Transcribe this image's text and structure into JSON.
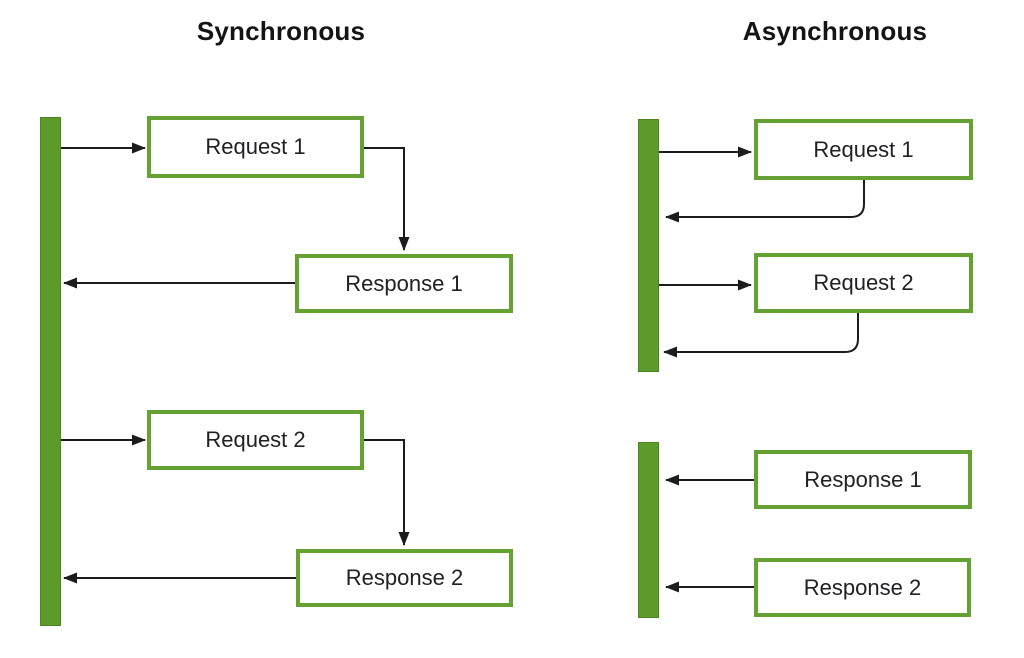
{
  "colors": {
    "bg": "#ffffff",
    "bar_fill": "#5a9b2a",
    "bar_border": "#4c8522",
    "box_border": "#66a233",
    "box_fill": "#ffffff",
    "line_color": "#1c1c1c",
    "text_color": "#202124",
    "title_color": "#141414"
  },
  "sync": {
    "title": "Synchronous",
    "request1": "Request 1",
    "response1": "Response 1",
    "request2": "Request 2",
    "response2": "Response 2"
  },
  "async": {
    "title": "Asynchronous",
    "request1": "Request 1",
    "request2": "Request 2",
    "response1": "Response 1",
    "response2": "Response 2"
  }
}
